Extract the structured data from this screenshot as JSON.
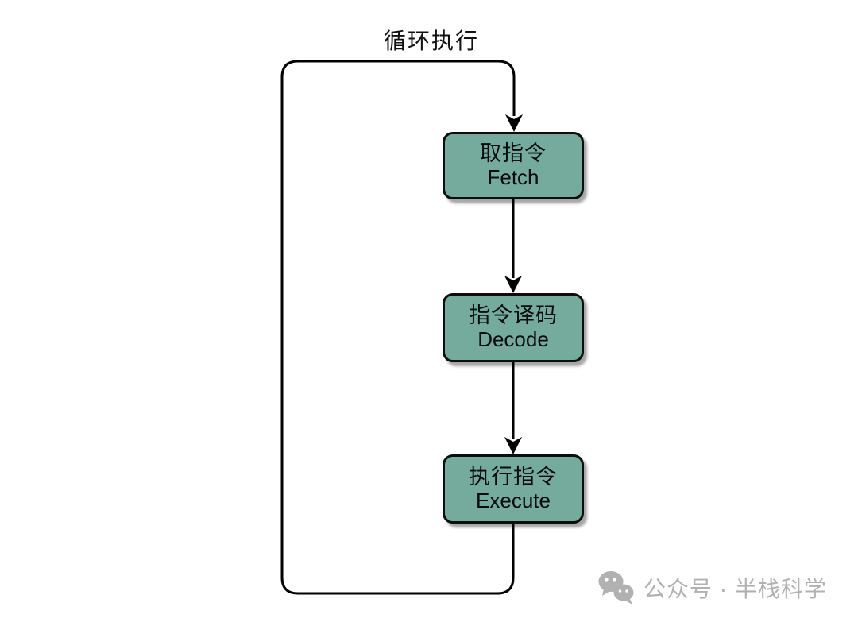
{
  "title": "循环执行",
  "boxes": [
    {
      "id": "fetch",
      "label_zh": "取指令",
      "label_en": "Fetch"
    },
    {
      "id": "decode",
      "label_zh": "指令译码",
      "label_en": "Decode"
    },
    {
      "id": "execute",
      "label_zh": "执行指令",
      "label_en": "Execute"
    }
  ],
  "connectors": [
    {
      "from": "loop-top",
      "to": "fetch"
    },
    {
      "from": "fetch",
      "to": "decode"
    },
    {
      "from": "decode",
      "to": "execute"
    },
    {
      "from": "execute",
      "to": "loop-bottom",
      "type": "loop-back"
    }
  ],
  "watermark": {
    "icon": "wechat-icon",
    "text": "公众号 · 半栈科学"
  },
  "colors": {
    "box_fill": "#74ab9d",
    "box_border": "#0d0d0d",
    "line": "#000000",
    "watermark": "#b1b1b1",
    "background": "#ffffff"
  }
}
